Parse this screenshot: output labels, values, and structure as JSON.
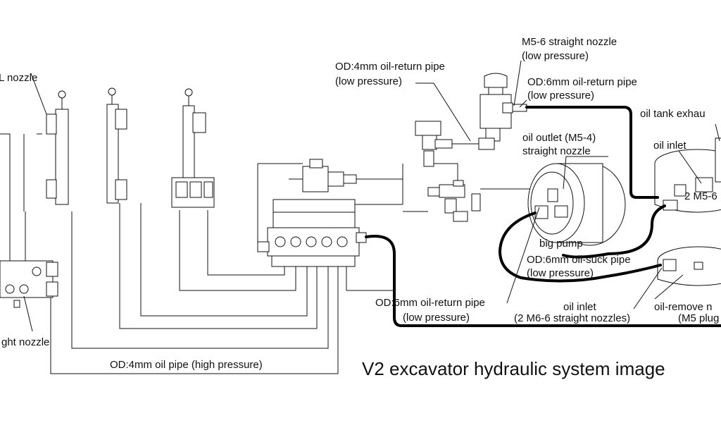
{
  "title": "V2 excavator hydraulic system image",
  "labels": {
    "l_nozzle": "L nozzle",
    "straight_nozzle_left": "ght nozzle",
    "od4_pipe_high": "OD:4mm oil pipe (high pressure)",
    "od4_return_1": "OD:4mm oil-return pipe",
    "od4_return_2": "(low pressure)",
    "m56_nozzle_1": "M5-6 straight nozzle",
    "m56_nozzle_2": "(low pressure)",
    "od6_return_top_1": "OD:6mm oil-return pipe",
    "od6_return_top_2": "(low pressure)",
    "tank_exhaust": "oil tank exhau",
    "oil_outlet_1": "oil outlet (M5-4)",
    "oil_outlet_2": "straight nozzle",
    "oil_inlet_tank": "oil inlet",
    "m56_right": "2 M5-6",
    "big_pump": "big pump",
    "od6_suck_1": "OD:6mm oil-suck pipe",
    "od6_suck_2": "(low pressure)",
    "od6_return_bottom_1": "OD:6mm oil-return pipe",
    "od6_return_bottom_2": "(low pressure)",
    "oil_inlet_pump_1": "oil inlet",
    "oil_inlet_pump_2": "(2 M6-6 straight nozzles)",
    "oil_remove_1": "oil-remove n",
    "oil_remove_2": "(M5 plug"
  }
}
